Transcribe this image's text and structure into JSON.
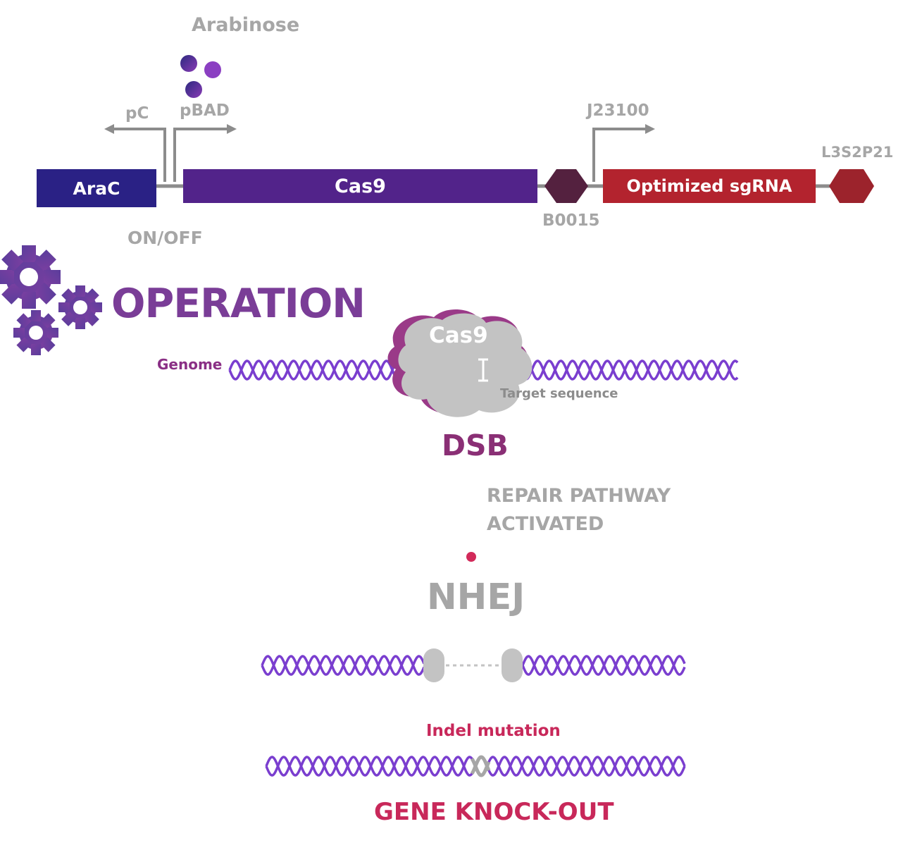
{
  "construct": {
    "inducer_label": "Arabinose",
    "promoters": {
      "pc": "pC",
      "pbad": "pBAD",
      "j23100": "J23100"
    },
    "switch_label": "ON/OFF",
    "parts": {
      "arac": "AraC",
      "cas9": "Cas9",
      "b0015": "B0015",
      "sgrna": "Optimized sgRNA",
      "l3s2p21": "L3S2P21"
    }
  },
  "operation": {
    "title": "OPERATION",
    "genome_label": "Genome",
    "cas9_label": "Cas9",
    "target_label": "Target sequence",
    "dsb_label": "DSB",
    "repair_line1": "REPAIR PATHWAY",
    "repair_line2": "ACTIVATED",
    "nhej_label": "NHEJ",
    "indel_label": "Indel mutation",
    "knockout_label": "GENE KNOCK-OUT"
  },
  "colors": {
    "arac": "#2a2185",
    "cas9": "#52238a",
    "b0015": "#54213f",
    "sgrna": "#b3232e",
    "l3s2p21": "#9c232c",
    "operation": "#7a3d97",
    "genome": "#8a2f85",
    "dsb": "#8a2f75",
    "crimson": "#c8285a",
    "dna": "#7a3ecf",
    "gray": "#a6a6a6",
    "cas9_body": "#c3c3c3"
  }
}
